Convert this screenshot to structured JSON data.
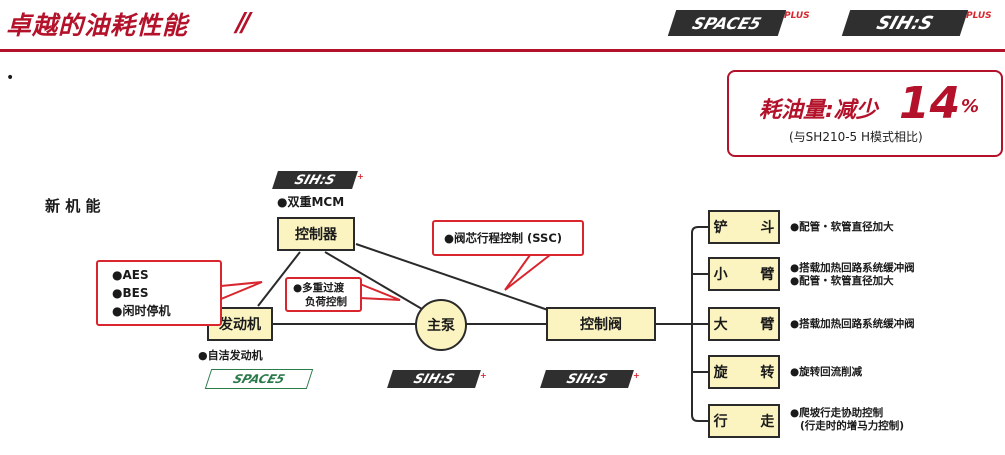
{
  "header": {
    "title": "卓越的油耗性能",
    "logo_space5": "SPACE5",
    "logo_space5_plus": "PLUS",
    "logo_sihs": "SIH:S",
    "logo_sihs_plus": "PLUS"
  },
  "bullet": "•",
  "highlight": {
    "label": "耗油量:减少",
    "number": "14",
    "unit": "%",
    "note": "(与SH210-5 H模式相比)"
  },
  "diagram": {
    "section_label": "新 机 能",
    "nodes": {
      "controller": "控制器",
      "engine": "发动机",
      "pump": "主泵",
      "valve": "控制阀"
    },
    "mcm_note": "●双重MCM",
    "engine_note": "●自洁发动机",
    "engine_callout": [
      "●AES",
      "●BES",
      "●闲时停机"
    ],
    "pump_callout": [
      "●多重过渡",
      "负荷控制"
    ],
    "valve_callout": "●阀芯行程控制 (SSC)",
    "outputs": [
      {
        "label": "铲 斗",
        "notes": [
          "●配管・软管直径加大"
        ]
      },
      {
        "label": "小 臂",
        "notes": [
          "●搭载加热回路系统缓冲阀",
          "●配管・软管直径加大"
        ]
      },
      {
        "label": "大 臂",
        "notes": [
          "●搭载加热回路系统缓冲阀"
        ]
      },
      {
        "label": "旋 转",
        "notes": [
          "●旋转回流削减"
        ]
      },
      {
        "label": "行 走",
        "notes": [
          "●爬坡行走协助控制",
          "(行走时的增马力控制)"
        ]
      }
    ],
    "logos": {
      "sihs_top": "SIH:S",
      "space5_bottom": "SPACE5",
      "sihs_pump": "SIH:S",
      "sihs_valve": "SIH:S"
    }
  }
}
